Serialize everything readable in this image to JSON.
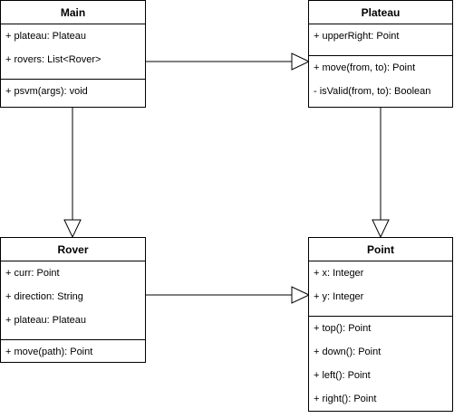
{
  "classes": {
    "main": {
      "name": "Main",
      "attributes": [
        "+ plateau: Plateau",
        "+ rovers: List<Rover>"
      ],
      "methods": [
        "+ psvm(args): void"
      ]
    },
    "plateau": {
      "name": "Plateau",
      "attributes": [
        "+ upperRight: Point"
      ],
      "methods": [
        "+ move(from, to): Point",
        "- isValid(from, to): Boolean"
      ]
    },
    "rover": {
      "name": "Rover",
      "attributes": [
        "+ curr: Point",
        "+ direction: String",
        "+ plateau: Plateau"
      ],
      "methods": [
        "+ move(path): Point"
      ]
    },
    "point": {
      "name": "Point",
      "attributes": [
        "+ x: Integer",
        "+ y: Integer"
      ],
      "methods": [
        "+ top(): Point",
        "+ down(): Point",
        "+ left(): Point",
        "+ right(): Point"
      ]
    }
  },
  "relations": [
    {
      "from": "main",
      "to": "plateau",
      "type": "association-open-triangle"
    },
    {
      "from": "main",
      "to": "rover",
      "type": "association-open-triangle"
    },
    {
      "from": "plateau",
      "to": "point",
      "type": "association-open-triangle"
    },
    {
      "from": "rover",
      "to": "point",
      "type": "association-open-triangle"
    }
  ]
}
